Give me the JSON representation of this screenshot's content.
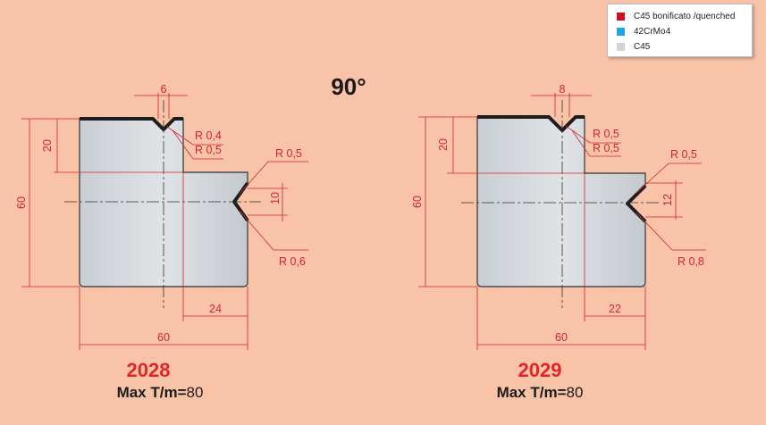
{
  "legend": [
    {
      "label": "C45 bonificato /quenched",
      "color": "#c8141c"
    },
    {
      "label": "42CrMo4",
      "color": "#22a6e0"
    },
    {
      "label": "C45",
      "color": "#d3d3d3"
    }
  ],
  "angle": "90°",
  "tools": [
    {
      "code": "2028",
      "tm_label": "Max T/m=",
      "tm_value": "80",
      "dims": {
        "top_width": "6",
        "top_r1": "R 0,4",
        "top_r2": "R 0,5",
        "side_r1": "R 0,5",
        "side_r2": "R 0,6",
        "height": "60",
        "upper_height": "20",
        "side_v": "10",
        "lower_width": "24",
        "width": "60"
      }
    },
    {
      "code": "2029",
      "tm_label": "Max T/m=",
      "tm_value": "80",
      "dims": {
        "top_width": "8",
        "top_r1": "R 0,5",
        "top_r2": "R 0,5",
        "side_r1": "R 0,5",
        "side_r2": "R 0,8",
        "height": "60",
        "upper_height": "20",
        "side_v": "12",
        "lower_width": "22",
        "width": "60"
      }
    }
  ]
}
